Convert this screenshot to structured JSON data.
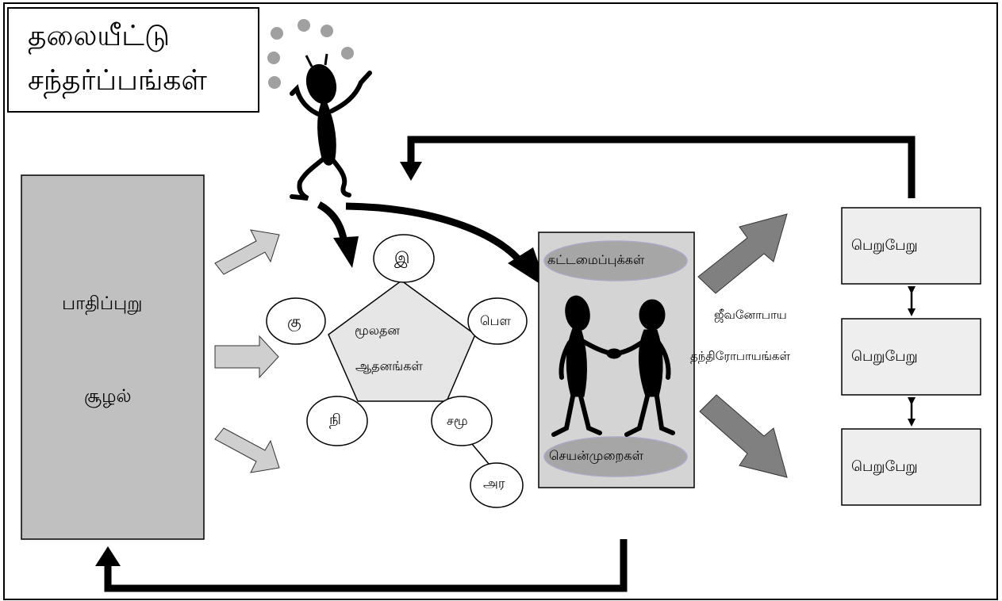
{
  "title": {
    "line1": "தலையீட்டு",
    "line2": "சந்தர்ப்பங்கள்"
  },
  "context": {
    "line1": "பாதிப்புறு",
    "line2": "சூழல்"
  },
  "assets": {
    "center": {
      "line1": "மூலதன",
      "line2": "ஆதனங்கள்"
    },
    "nodes": [
      "இ",
      "பௌ",
      "கு",
      "நி",
      "சமூ",
      "அர"
    ]
  },
  "process": {
    "top": "கட்டமைப்புக்கள்",
    "bottom": "செயன்முறைகள்"
  },
  "strategies": {
    "line1": "ஜீவனோபாய",
    "line2": "தந்திரோபாயங்கள்"
  },
  "outcomes": [
    "பெறுபேறு",
    "பெறுபேறு",
    "பெறுபேறு"
  ],
  "colors": {
    "context_fill": "#c0c0c0",
    "pentagon_fill": "#e6e6e6",
    "process_fill": "#d4d4d4",
    "ellipse_fill": "#a6a6a6",
    "arrow_light": "#cfcfcf",
    "arrow_dark": "#808080",
    "outcome_fill": "#eeeeee",
    "juggle_ball": "#a0a0a0"
  },
  "icons": [
    "juggler-figure",
    "handshake-figures",
    "block-arrow",
    "curved-arrow",
    "double-headed-arrow",
    "feedback-arrow"
  ]
}
